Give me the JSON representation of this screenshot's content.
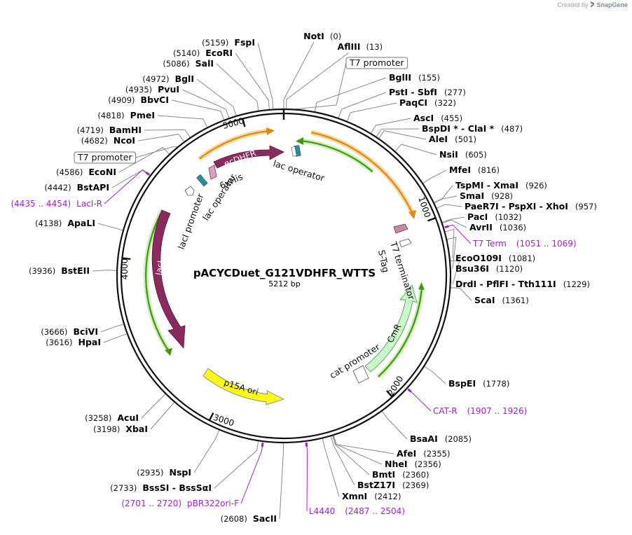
{
  "credit": {
    "prefix": "Created by",
    "brand": "SnapGene",
    "icon": "snapgene-logo-icon"
  },
  "plasmid": {
    "name": "pACYCDuet_G121VDHFR_WTTS",
    "length_label": "5212 bp",
    "length": 5212
  },
  "ruler": [
    {
      "label": "1000",
      "bp": 1000
    },
    {
      "label": "2000",
      "bp": 2000
    },
    {
      "label": "3000",
      "bp": 3000
    },
    {
      "label": "4000",
      "bp": 4000
    },
    {
      "label": "5000",
      "bp": 5000
    }
  ],
  "sites": [
    {
      "name": "NotI",
      "pos": "(0)",
      "bp": 0
    },
    {
      "name": "AflIII",
      "pos": "(13)",
      "bp": 13
    },
    {
      "name": "BglII",
      "pos": "(155)",
      "bp": 155
    },
    {
      "name": "PstI  -  SbfI",
      "pos": "(277)",
      "bp": 277
    },
    {
      "name": "PaqCI",
      "pos": "(322)",
      "bp": 322
    },
    {
      "name": "AscI",
      "pos": "(455)",
      "bp": 455
    },
    {
      "name": "BspDI *  -  ClaI *",
      "pos": "(487)",
      "bp": 487
    },
    {
      "name": "AleI",
      "pos": "(501)",
      "bp": 501
    },
    {
      "name": "NsiI",
      "pos": "(605)",
      "bp": 605
    },
    {
      "name": "MfeI",
      "pos": "(816)",
      "bp": 816
    },
    {
      "name": "TspMI  -  XmaI",
      "pos": "(926)",
      "bp": 926
    },
    {
      "name": "SmaI",
      "pos": "(928)",
      "bp": 928
    },
    {
      "name": "PaeR7I  -  PspXI  -  XhoI",
      "pos": "(957)",
      "bp": 957
    },
    {
      "name": "PacI",
      "pos": "(1032)",
      "bp": 1032
    },
    {
      "name": "AvrII",
      "pos": "(1036)",
      "bp": 1036
    },
    {
      "name": "EcoO109I",
      "pos": "(1081)",
      "bp": 1081
    },
    {
      "name": "Bsu36I",
      "pos": "(1120)",
      "bp": 1120
    },
    {
      "name": "DrdI  -  PflFI  -  Tth111I",
      "pos": "(1229)",
      "bp": 1229
    },
    {
      "name": "ScaI",
      "pos": "(1361)",
      "bp": 1361
    },
    {
      "name": "BspEI",
      "pos": "(1778)",
      "bp": 1778
    },
    {
      "name": "BsaAI",
      "pos": "(2085)",
      "bp": 2085
    },
    {
      "name": "AfeI",
      "pos": "(2355)",
      "bp": 2355
    },
    {
      "name": "NheI",
      "pos": "(2356)",
      "bp": 2356
    },
    {
      "name": "BmtI",
      "pos": "(2360)",
      "bp": 2360
    },
    {
      "name": "BstZ17I",
      "pos": "(2369)",
      "bp": 2369
    },
    {
      "name": "XmnI",
      "pos": "(2412)",
      "bp": 2412
    },
    {
      "name": "SacII",
      "pos": "(2608)",
      "bp": 2608
    },
    {
      "name": "BssSI  -  BssSαI",
      "pos": "(2733)",
      "bp": 2733
    },
    {
      "name": "NspI",
      "pos": "(2935)",
      "bp": 2935
    },
    {
      "name": "XbaI",
      "pos": "(3198)",
      "bp": 3198
    },
    {
      "name": "AcuI",
      "pos": "(3258)",
      "bp": 3258
    },
    {
      "name": "HpaI",
      "pos": "(3616)",
      "bp": 3616
    },
    {
      "name": "BciVI",
      "pos": "(3666)",
      "bp": 3666
    },
    {
      "name": "BstEII",
      "pos": "(3936)",
      "bp": 3936
    },
    {
      "name": "ApaLI",
      "pos": "(4138)",
      "bp": 4138
    },
    {
      "name": "BstAPI",
      "pos": "(4442)",
      "bp": 4442
    },
    {
      "name": "EcoNI",
      "pos": "(4586)",
      "bp": 4586
    },
    {
      "name": "NcoI",
      "pos": "(4682)",
      "bp": 4682
    },
    {
      "name": "BamHI",
      "pos": "(4719)",
      "bp": 4719
    },
    {
      "name": "PmeI",
      "pos": "(4818)",
      "bp": 4818
    },
    {
      "name": "BbvCI",
      "pos": "(4909)",
      "bp": 4909
    },
    {
      "name": "PvuI",
      "pos": "(4935)",
      "bp": 4935
    },
    {
      "name": "BglI",
      "pos": "(4972)",
      "bp": 4972
    },
    {
      "name": "SalI",
      "pos": "(5086)",
      "bp": 5086
    },
    {
      "name": "EcoRI",
      "pos": "(5140)",
      "bp": 5140
    },
    {
      "name": "FspI",
      "pos": "(5159)",
      "bp": 5159
    }
  ],
  "boxed_labels": [
    {
      "text": "T7 promoter",
      "bp": 60
    },
    {
      "text": "T7 promoter",
      "bp": 4640
    }
  ],
  "primers": [
    {
      "name": "T7 Term",
      "range": "(1051 .. 1069)",
      "bp": 1060
    },
    {
      "name": "CAT-R",
      "range": "(1907 .. 1926)",
      "bp": 1916
    },
    {
      "name": "L4440",
      "range": "(2487 .. 2504)",
      "bp": 2495
    },
    {
      "name": "pBR322ori-F",
      "range": "(2701 .. 2720)",
      "bp": 2710
    },
    {
      "name": "LacI-R",
      "range": "(4435 .. 4454)",
      "bp": 4444
    }
  ],
  "features": [
    {
      "name": "ecDHFR",
      "color": "#8b2a5e"
    },
    {
      "name": "lacI",
      "color": "#8b2a5e"
    },
    {
      "name": "CmR",
      "color": "#c9f7c9"
    },
    {
      "name": "p15A ori",
      "color": "#fbfb16"
    },
    {
      "name": "6xHis",
      "color": "#d9a2c0"
    },
    {
      "name": "S-Tag",
      "color": "#c58aa8"
    },
    {
      "name": "lac operator",
      "color": "#2b8a9b"
    },
    {
      "name": "lac operator",
      "color": "#2b8a9b"
    },
    {
      "name": "lacI promoter",
      "color": "#ffffff"
    },
    {
      "name": "cat promoter",
      "color": "#ffffff"
    },
    {
      "name": "T7 terminator",
      "color": "#ffffff"
    }
  ],
  "colors": {
    "primer": "#a321c8",
    "orange_arc": "#f0a020",
    "green_arc": "#3e9a12"
  }
}
